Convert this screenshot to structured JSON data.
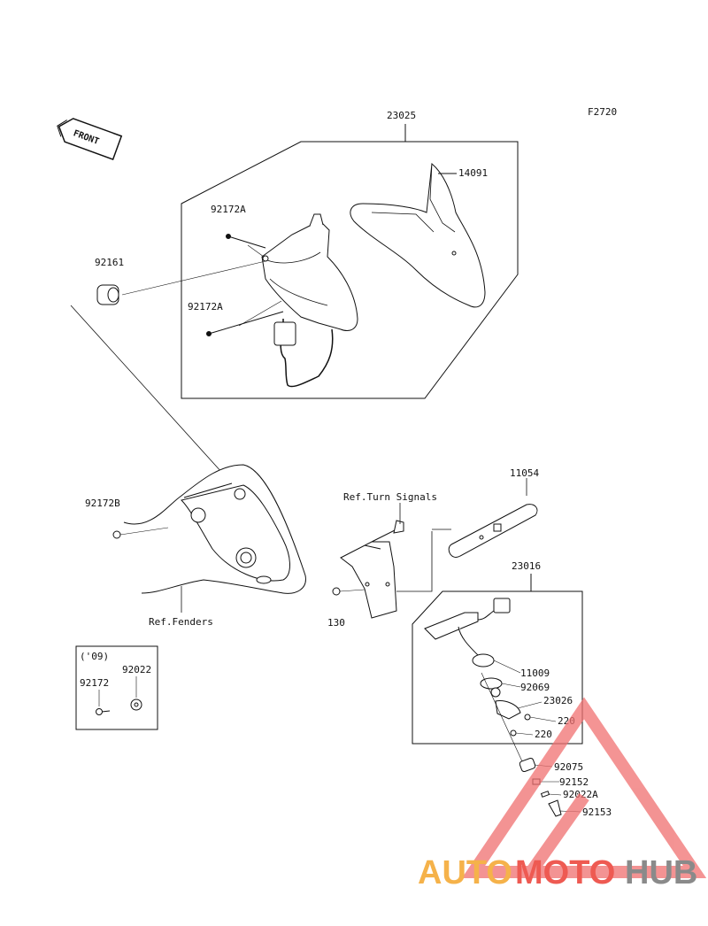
{
  "diagram": {
    "code": "F2720",
    "front_label": "FRONT",
    "labels": {
      "p23025": "23025",
      "p14091": "14091",
      "p92172A_top": "92172A",
      "p92161": "92161",
      "p92172A_bottom": "92172A",
      "p92172B": "92172B",
      "ref_fenders": "Ref.Fenders",
      "ref_turn": "Ref.Turn Signals",
      "p11054": "11054",
      "p130": "130",
      "p23016": "23016",
      "p11009": "11009",
      "p92069": "92069",
      "p23026": "23026",
      "p220a": "220",
      "p220b": "220",
      "p92075": "92075",
      "p92152": "92152",
      "p92022A": "92022A",
      "p92153": "92153",
      "year": "('09)",
      "p92172": "92172",
      "p92022": "92022"
    }
  },
  "watermark": {
    "auto": "AUTO",
    "moto": "MOTO",
    "hub": "HUB",
    "colors": {
      "auto": "#f5b24a",
      "moto": "#ee5a52",
      "hub": "#8a8a8a",
      "triangle": "#f07070"
    }
  }
}
